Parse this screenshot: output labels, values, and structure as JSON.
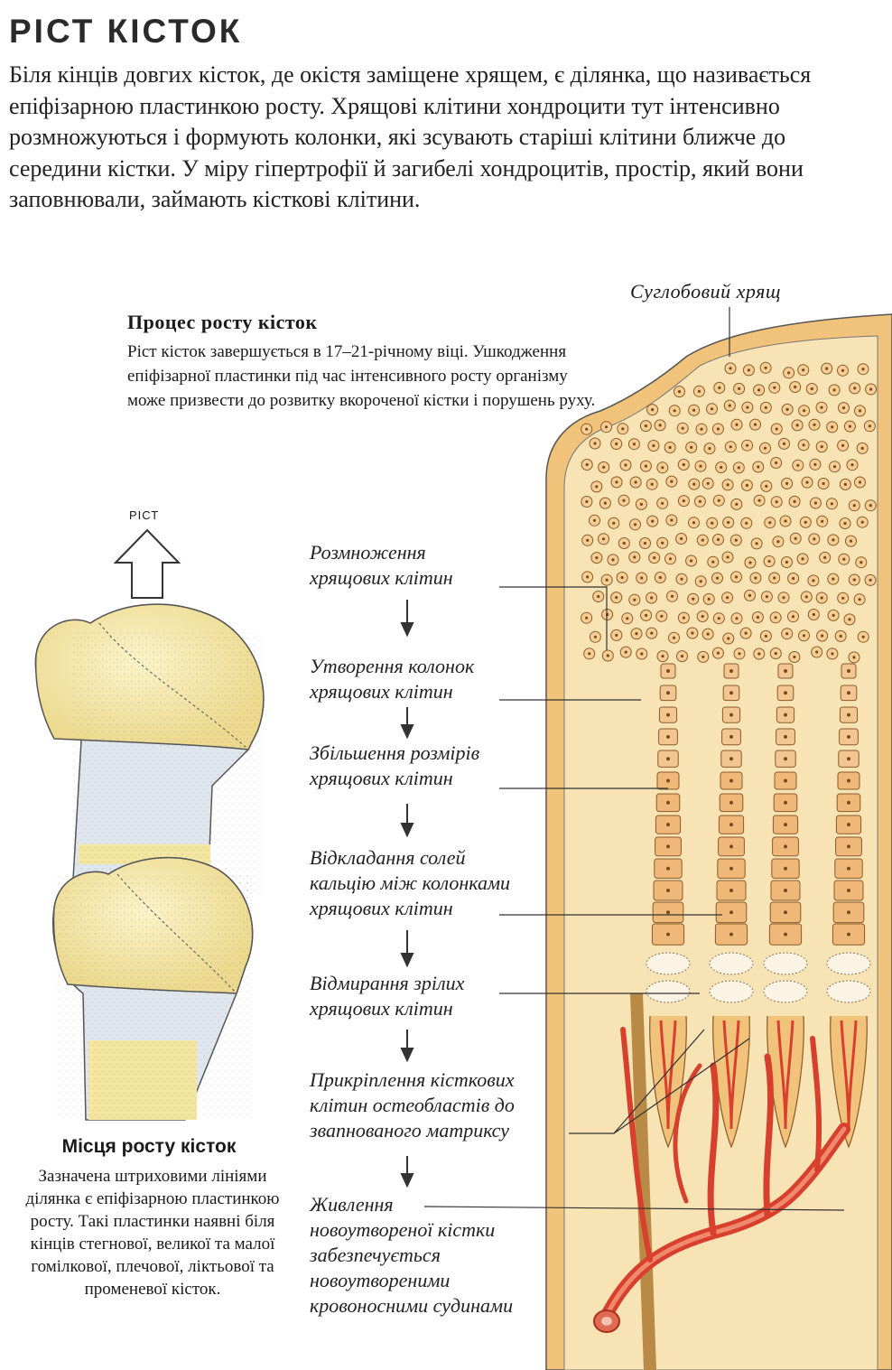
{
  "title": "РІСТ КІСТОК",
  "intro": "Біля кінців довгих кісток, де окістя заміщене хрящем, є ділянка, що називається епіфізарною пластинкою росту. Хрящові клітини хондроцити тут інтенсивно розмножуються і формують колонки, які зсувають старіші клітини ближче до середини кістки. У міру гіпертрофії й загибелі хондроцитів, простір, який вони заповнювали, займають кісткові клітини.",
  "process": {
    "title": "Процес росту кісток",
    "text": "Ріст кісток завершується в 17–21-річному віці. Ушкодження епіфізарної пластинки під час інтенсивного росту організму може призвести до розвитку вкороченої кістки і порушень руху."
  },
  "growth_label": "РІСТ",
  "places": {
    "title": "Місця росту кісток",
    "text": "Зазначена штриховими лініями ділянка є епіфізарною пластинкою росту. Такі пластинки наявні біля кінців стегнової, великої та малої гомілкової, плечової, ліктьової та променевої кісток."
  },
  "cartilage_label": "Суглобовий хрящ",
  "stages": [
    {
      "line1": "Розмноження",
      "line2": "хрящових клітин"
    },
    {
      "line1": "Утворення колонок",
      "line2": "хрящових клітин"
    },
    {
      "line1": "Збільшення розмірів",
      "line2": "хрящових клітин"
    },
    {
      "line1": "Відкладання солей",
      "line2": "кальцію між колонками",
      "line3": "хрящових клітин"
    },
    {
      "line1": "Відмирання зрілих",
      "line2": "хрящових клітин"
    },
    {
      "line1": "Прикріплення кісткових",
      "line2": "клітин остеобластів до",
      "line3": "звапнованого матриксу"
    },
    {
      "line1": "Живлення",
      "line2": "новоутвореної кістки",
      "line3": "забезпечується",
      "line4": "новоутвореними",
      "line5": "кровоносними судинами"
    }
  ],
  "colors": {
    "cartilage": "#f8e3b4",
    "cell": "#e9a860",
    "bone": "#f0c27a",
    "vessel": "#d8402e",
    "bone_yellow": "#f2e6a0",
    "bone_blue": "#dfe6ee"
  }
}
